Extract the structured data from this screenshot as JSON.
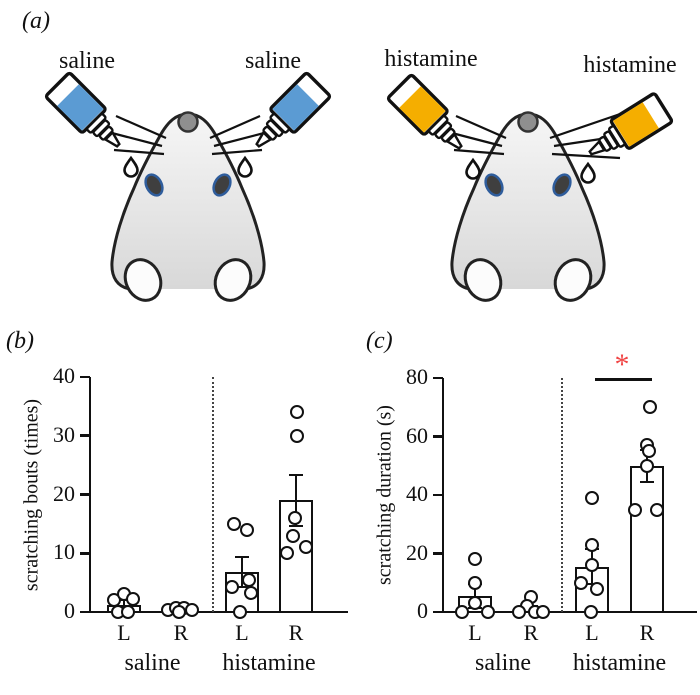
{
  "figure": {
    "panel_a_label": "(a)",
    "panel_b_label": "(b)",
    "panel_c_label": "(c)"
  },
  "panel_a": {
    "scenes": [
      {
        "substance": "saline",
        "liquid_color": "#5b9bd3",
        "bottle_labels": [
          "saline",
          "saline"
        ]
      },
      {
        "substance": "histamine",
        "liquid_color": "#f5ae00",
        "bottle_labels": [
          "histamine",
          "histamine"
        ]
      }
    ]
  },
  "chart_data": [
    {
      "panel": "b",
      "type": "bar",
      "ylabel": "scratching bouts (times)",
      "ylim": [
        0,
        40
      ],
      "yticks": [
        0,
        10,
        20,
        30,
        40
      ],
      "categories": [
        "L",
        "R",
        "L",
        "R"
      ],
      "group_labels": [
        {
          "label": "saline",
          "span": [
            0,
            1
          ]
        },
        {
          "label": "histamine",
          "span": [
            2,
            3
          ]
        }
      ],
      "separator_after_index": 1,
      "bars": [
        {
          "category": "L",
          "group": "saline",
          "mean": 1.2,
          "sem": 0.8,
          "points": [
            [
              -10,
              2
            ],
            [
              0,
              3.1
            ],
            [
              9,
              2.2
            ],
            [
              -6,
              0
            ],
            [
              4,
              0
            ]
          ]
        },
        {
          "category": "R",
          "group": "saline",
          "mean": 0.4,
          "sem": 0.3,
          "points": [
            [
              -13,
              0.4
            ],
            [
              -5,
              0.6
            ],
            [
              3,
              0.6
            ],
            [
              11,
              0.4
            ],
            [
              -2,
              0
            ]
          ]
        },
        {
          "category": "L",
          "group": "histamine",
          "mean": 6.8,
          "sem": 2.6,
          "points": [
            [
              -8,
              15
            ],
            [
              5,
              14
            ],
            [
              -10,
              4.3
            ],
            [
              7,
              5.4
            ],
            [
              9,
              3.2
            ],
            [
              -2,
              0
            ]
          ]
        },
        {
          "category": "R",
          "group": "histamine",
          "mean": 19,
          "sem": 4.3,
          "points": [
            [
              1,
              34
            ],
            [
              1,
              30
            ],
            [
              -1,
              16
            ],
            [
              -3,
              13
            ],
            [
              10,
              11
            ],
            [
              -9,
              10
            ]
          ]
        }
      ]
    },
    {
      "panel": "c",
      "type": "bar",
      "ylabel": "scratching duration (s)",
      "ylim": [
        0,
        80
      ],
      "yticks": [
        0,
        20,
        40,
        60,
        80
      ],
      "categories": [
        "L",
        "R",
        "L",
        "R"
      ],
      "group_labels": [
        {
          "label": "saline",
          "span": [
            0,
            1
          ]
        },
        {
          "label": "histamine",
          "span": [
            2,
            3
          ]
        }
      ],
      "separator_after_index": 1,
      "significance": {
        "symbol": "*",
        "color": "#f04343",
        "between": [
          2,
          3
        ]
      },
      "bars": [
        {
          "category": "L",
          "group": "saline",
          "mean": 5.5,
          "sem": 4.2,
          "points": [
            [
              0,
              18
            ],
            [
              0,
              10
            ],
            [
              0,
              3
            ],
            [
              -13,
              0
            ],
            [
              13,
              0
            ]
          ]
        },
        {
          "category": "R",
          "group": "saline",
          "mean": 1.2,
          "sem": 0.8,
          "points": [
            [
              0,
              5
            ],
            [
              -4,
              2
            ],
            [
              -12,
              0
            ],
            [
              4,
              0
            ],
            [
              12,
              0
            ]
          ]
        },
        {
          "category": "L",
          "group": "histamine",
          "mean": 15.5,
          "sem": 6,
          "points": [
            [
              0,
              39
            ],
            [
              0,
              23
            ],
            [
              0,
              16
            ],
            [
              -11,
              10
            ],
            [
              5,
              8
            ],
            [
              -1,
              0
            ]
          ]
        },
        {
          "category": "R",
          "group": "histamine",
          "mean": 50,
          "sem": 5.5,
          "points": [
            [
              3,
              70
            ],
            [
              0,
              57
            ],
            [
              2,
              55
            ],
            [
              0,
              50
            ],
            [
              -12,
              35
            ],
            [
              10,
              35
            ]
          ]
        }
      ]
    }
  ]
}
